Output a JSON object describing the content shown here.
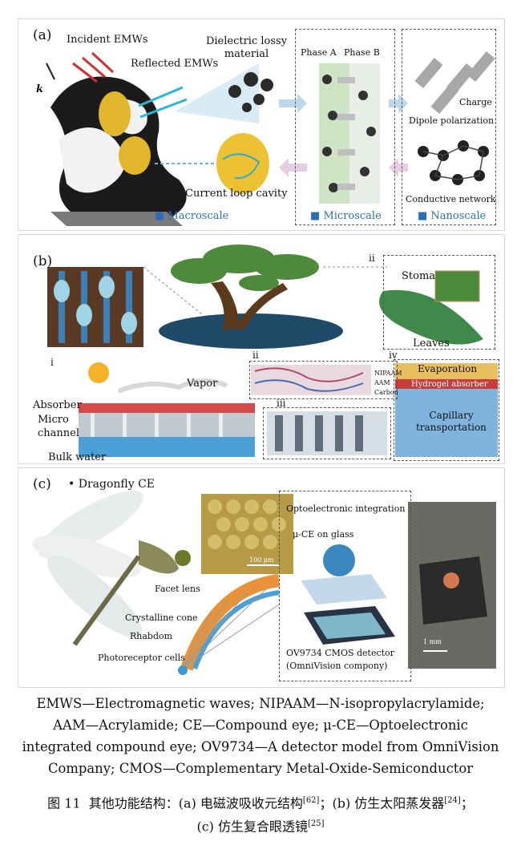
{
  "panel_a": {
    "label": "(a)",
    "incident": "Incident EMWs",
    "reflected": "Reflected EMWs",
    "k": "k",
    "dielectric": "Dielectric lossy material",
    "phase_a": "Phase A",
    "phase_b": "Phase B",
    "charge": "Charge",
    "dipole": "Dipole polarization",
    "conductive": "Conductive network",
    "current_loop": "Current loop cavity",
    "macro": "Macroscale",
    "micro": "Microscale",
    "nano": "Nanoscale"
  },
  "panel_b": {
    "label": "(b)",
    "ii_top": "ii",
    "stoma": "Stoma",
    "leaves": "Leaves",
    "i": "i",
    "vapor": "Vapor",
    "absorber": "Absorber",
    "micro_channel": "Micro channel",
    "bulk_water": "Bulk water",
    "ii_mid": "ii",
    "nipaam": "NIPAAM",
    "aam": "AAM",
    "carbon": "Carbon",
    "iii": "iii",
    "iv": "iv",
    "evaporation": "Evaporation",
    "hydrogel": "Hydrogel absorber",
    "capillary": "Capillary transportation"
  },
  "panel_c": {
    "label": "(c)",
    "dragonfly": "Dragonfly CE",
    "scale_100": "100 μm",
    "facet": "Facet lens",
    "crystalline": "Crystalline cone",
    "rhabdom": "Rhabdom",
    "photoreceptor": "Photoreceptor cells",
    "opto": "Optoelectronic integration",
    "uce": "μ-CE on glass",
    "ov": "OV9734 CMOS detector",
    "omni": "(OmniVision compony)",
    "scale_1mm": "1 mm"
  },
  "caption": {
    "line1": "EMWS—Electromagnetic waves; NIPAAM—N-isopropylacrylamide;",
    "line2": "AAM—Acrylamide; CE—Compound eye; μ-CE—Optoelectronic",
    "line3": "integrated compound eye; OV9734—A detector model from OmniVision",
    "line4": "Company; CMOS—Complementary Metal-Oxide-Semiconductor"
  },
  "figure_caption": {
    "fig_no": "图 11",
    "text_a": "其他功能结构：(a) 电磁波吸收元结构",
    "ref_a": "[62]",
    "text_b": "；(b) 仿生太阳蒸发器",
    "ref_b": "[24]",
    "text_sep": "；",
    "text_c": "(c) 仿生复合眼透镜",
    "ref_c": "[25]"
  }
}
